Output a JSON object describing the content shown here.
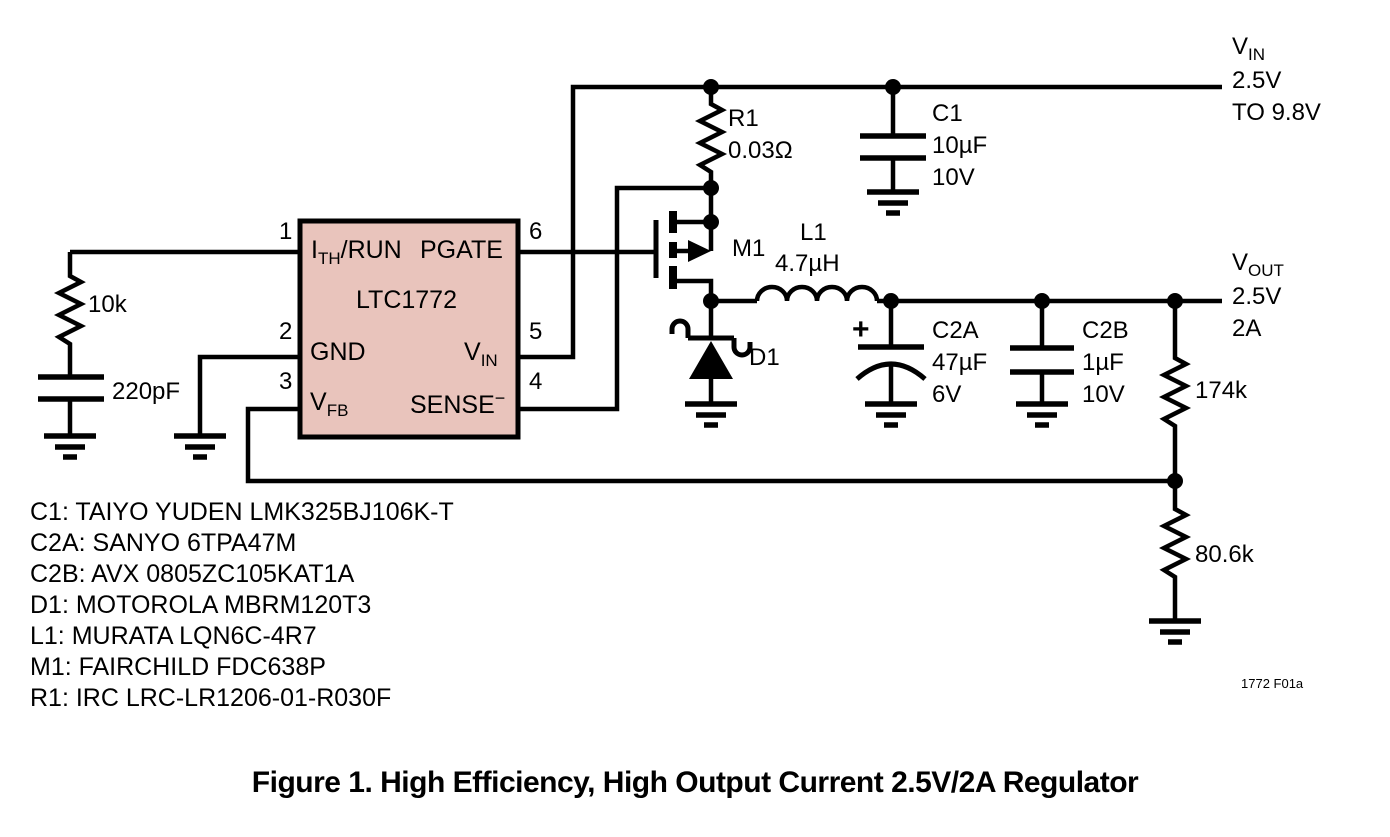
{
  "colors": {
    "ic_fill": "#e9c4bc",
    "line": "#000000",
    "background": "#ffffff"
  },
  "ic": {
    "name": "LTC1772",
    "pin_numbers": {
      "p1": "1",
      "p2": "2",
      "p3": "3",
      "p4": "4",
      "p5": "5",
      "p6": "6"
    },
    "pin_labels": {
      "ith_main": "I",
      "ith_sub": "TH",
      "ith_rest": "/RUN",
      "pgate": "PGATE",
      "gnd": "GND",
      "vin_main": "V",
      "vin_sub": "IN",
      "vfb_main": "V",
      "vfb_sub": "FB",
      "sense_main": "SENSE",
      "sense_sup": "−"
    }
  },
  "components": {
    "r1_ref": "R1",
    "r1_value": "0.03Ω",
    "c1_ref": "C1",
    "c1_value": "10µF",
    "c1_rating": "10V",
    "m1_ref": "M1",
    "l1_ref": "L1",
    "l1_value": "4.7µH",
    "d1_ref": "D1",
    "c2a_plus": "+",
    "c2a_ref": "C2A",
    "c2a_value": "47µF",
    "c2a_rating": "6V",
    "c2b_ref": "C2B",
    "c2b_value": "1µF",
    "c2b_rating": "10V",
    "r_ith": "10k",
    "c_ith": "220pF",
    "r_fb_top": "174k",
    "r_fb_bot": "80.6k"
  },
  "nets": {
    "vin_main": "V",
    "vin_sub": "IN",
    "vin_line2": "2.5V",
    "vin_line3": "TO 9.8V",
    "vout_main": "V",
    "vout_sub": "OUT",
    "vout_line2": "2.5V",
    "vout_line3": "2A"
  },
  "parts_list": [
    "C1: TAIYO YUDEN LMK325BJ106K-T",
    "C2A: SANYO 6TPA47M",
    "C2B: AVX 0805ZC105KAT1A",
    "D1: MOTOROLA MBRM120T3",
    "L1: MURATA LQN6C-4R7",
    "M1: FAIRCHILD FDC638P",
    "R1: IRC LRC-LR1206-01-R030F"
  ],
  "caption": "Figure 1. High Efficiency, High Output Current 2.5V/2A Regulator",
  "figure_code": "1772 F01a"
}
